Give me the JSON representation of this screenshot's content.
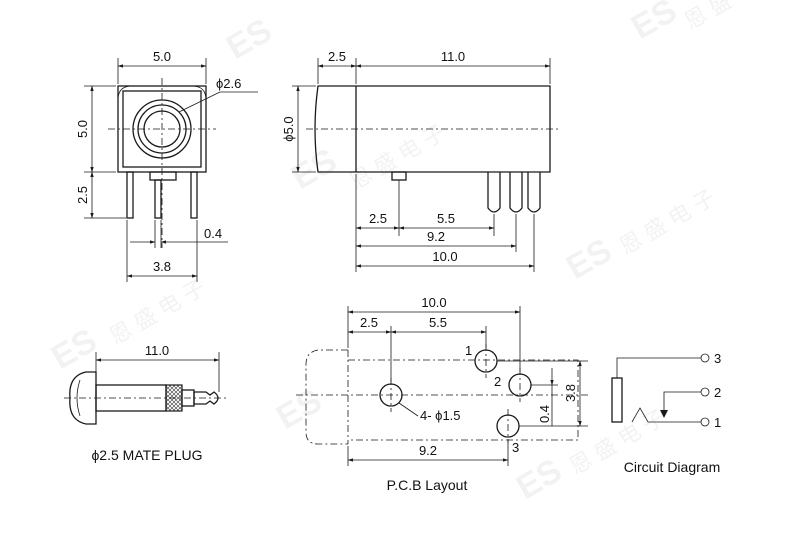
{
  "watermark": {
    "brand": "ES",
    "cn": "恩 盛 电 子"
  },
  "front_view": {
    "dims": {
      "width": "5.0",
      "height": "5.0",
      "hole_dia": "ϕ2.6",
      "pin_len": "2.5",
      "pin_w": "0.4",
      "pin_span": "3.8"
    }
  },
  "side_view": {
    "dims": {
      "front": "2.5",
      "length": "11.0",
      "dia": "ϕ5.0",
      "to_pin1": "2.5",
      "pin_gap": "5.5",
      "to_pin3": "9.2",
      "total": "10.0"
    }
  },
  "plug_view": {
    "dims": {
      "length": "11.0"
    },
    "caption": "ϕ2.5 MATE PLUG"
  },
  "pcb_layout": {
    "dims": {
      "total": "10.0",
      "to_hole": "2.5",
      "hole_gap": "5.5",
      "holes": "4- ϕ1.5",
      "to_pin3": "9.2",
      "offset_small": "0.4",
      "offset_large": "3.8"
    },
    "pins": [
      "1",
      "2",
      "3"
    ],
    "caption": "P.C.B Layout"
  },
  "circuit": {
    "pins": [
      "3",
      "2",
      "1"
    ],
    "caption": "Circuit Diagram"
  }
}
